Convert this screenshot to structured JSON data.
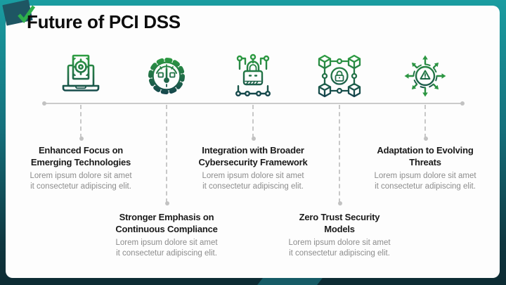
{
  "slide": {
    "title": "Future of PCI DSS",
    "colors": {
      "border_top": "#1A9DA1",
      "border_bottom": "#0D2B33",
      "corner_shape": "#1E5663",
      "checkmark_green": "#2DB04B",
      "icon_gradient_top": "#2E9E41",
      "icon_gradient_bottom": "#14414D",
      "heading_text": "#1A1A1A",
      "body_text": "#8C8C8C",
      "timeline_gray": "#C8C8C8"
    },
    "timeline": {
      "items": [
        {
          "icon": "laptop-target-icon",
          "position": "top",
          "title_lines": [
            "Enhanced Focus on",
            "Emerging Technologies"
          ],
          "desc_lines": [
            "Lorem ipsum dolore sit amet",
            "it consectetur adipiscing elit."
          ]
        },
        {
          "icon": "gear-gauge-icon",
          "position": "bottom",
          "title_lines": [
            "Stronger Emphasis on",
            "Continuous Compliance"
          ],
          "desc_lines": [
            "Lorem ipsum dolore sit amet",
            "it consectetur adipiscing elit."
          ]
        },
        {
          "icon": "network-lock-icon",
          "position": "top",
          "title_lines": [
            "Integration with Broader",
            "Cybersecurity Framework"
          ],
          "desc_lines": [
            "Lorem ipsum dolore sit amet",
            "it consectetur adipiscing elit."
          ]
        },
        {
          "icon": "blockchain-lock-icon",
          "position": "bottom",
          "title_lines": [
            "Zero Trust Security",
            "Models"
          ],
          "desc_lines": [
            "Lorem ipsum dolore sit amet",
            "it consectetur adipiscing elit."
          ]
        },
        {
          "icon": "threat-adaptation-icon",
          "position": "top",
          "title_lines": [
            "Adaptation to Evolving",
            "Threats"
          ],
          "desc_lines": [
            "Lorem ipsum dolore sit amet",
            "it consectetur adipiscing elit."
          ]
        }
      ]
    }
  }
}
